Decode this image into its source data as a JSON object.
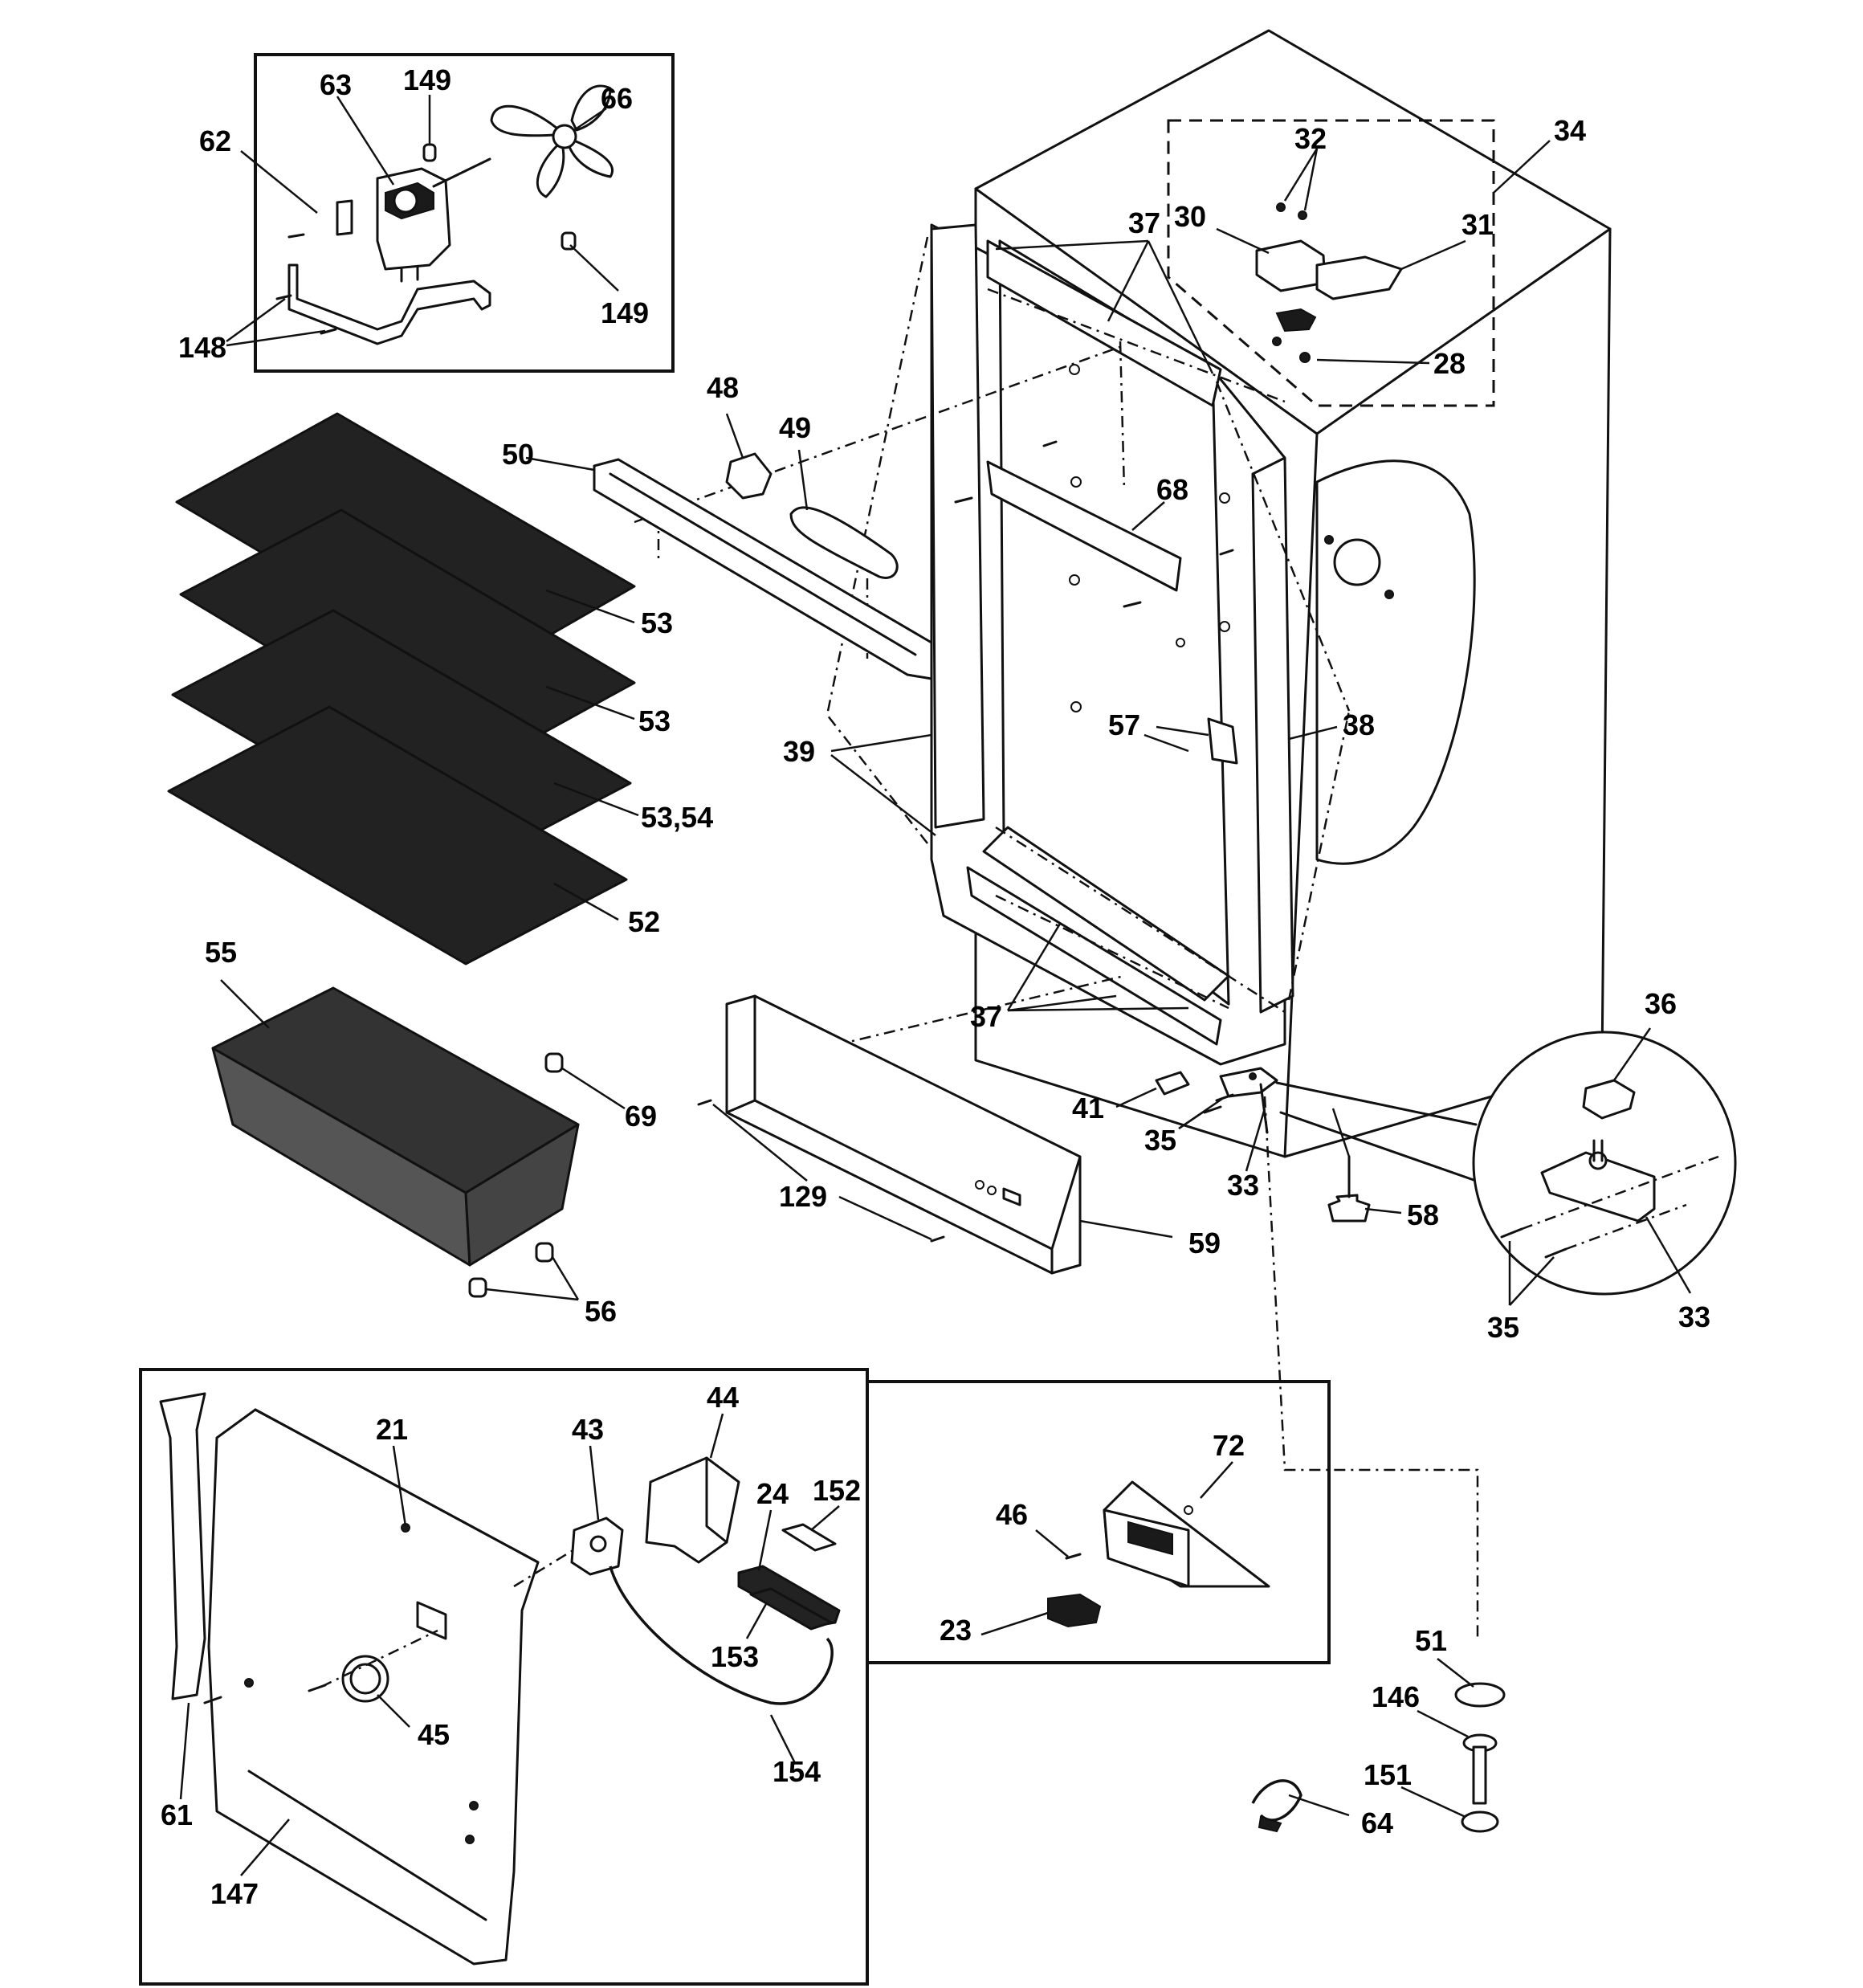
{
  "labels": [
    {
      "id": "62",
      "text": "62"
    },
    {
      "id": "63",
      "text": "63"
    },
    {
      "id": "149a",
      "text": "149"
    },
    {
      "id": "66",
      "text": "66"
    },
    {
      "id": "149b",
      "text": "149"
    },
    {
      "id": "148",
      "text": "148"
    },
    {
      "id": "32",
      "text": "32"
    },
    {
      "id": "34",
      "text": "34"
    },
    {
      "id": "30",
      "text": "30"
    },
    {
      "id": "31",
      "text": "31"
    },
    {
      "id": "37a",
      "text": "37"
    },
    {
      "id": "28",
      "text": "28"
    },
    {
      "id": "48",
      "text": "48"
    },
    {
      "id": "49",
      "text": "49"
    },
    {
      "id": "50",
      "text": "50"
    },
    {
      "id": "68",
      "text": "68"
    },
    {
      "id": "53a",
      "text": "53"
    },
    {
      "id": "53b",
      "text": "53"
    },
    {
      "id": "5354",
      "text": "53,54"
    },
    {
      "id": "52",
      "text": "52"
    },
    {
      "id": "39",
      "text": "39"
    },
    {
      "id": "57",
      "text": "57"
    },
    {
      "id": "38",
      "text": "38"
    },
    {
      "id": "55",
      "text": "55"
    },
    {
      "id": "69",
      "text": "69"
    },
    {
      "id": "56",
      "text": "56"
    },
    {
      "id": "37b",
      "text": "37"
    },
    {
      "id": "36",
      "text": "36"
    },
    {
      "id": "41",
      "text": "41"
    },
    {
      "id": "35a",
      "text": "35"
    },
    {
      "id": "33a",
      "text": "33"
    },
    {
      "id": "129",
      "text": "129"
    },
    {
      "id": "59",
      "text": "59"
    },
    {
      "id": "58",
      "text": "58"
    },
    {
      "id": "35b",
      "text": "35"
    },
    {
      "id": "33b",
      "text": "33"
    },
    {
      "id": "44",
      "text": "44"
    },
    {
      "id": "21",
      "text": "21"
    },
    {
      "id": "43",
      "text": "43"
    },
    {
      "id": "24",
      "text": "24"
    },
    {
      "id": "152",
      "text": "152"
    },
    {
      "id": "72",
      "text": "72"
    },
    {
      "id": "46",
      "text": "46"
    },
    {
      "id": "23",
      "text": "23"
    },
    {
      "id": "153",
      "text": "153"
    },
    {
      "id": "45",
      "text": "45"
    },
    {
      "id": "51",
      "text": "51"
    },
    {
      "id": "146",
      "text": "146"
    },
    {
      "id": "154",
      "text": "154"
    },
    {
      "id": "151",
      "text": "151"
    },
    {
      "id": "64",
      "text": "64"
    },
    {
      "id": "61",
      "text": "61"
    },
    {
      "id": "147",
      "text": "147"
    }
  ]
}
